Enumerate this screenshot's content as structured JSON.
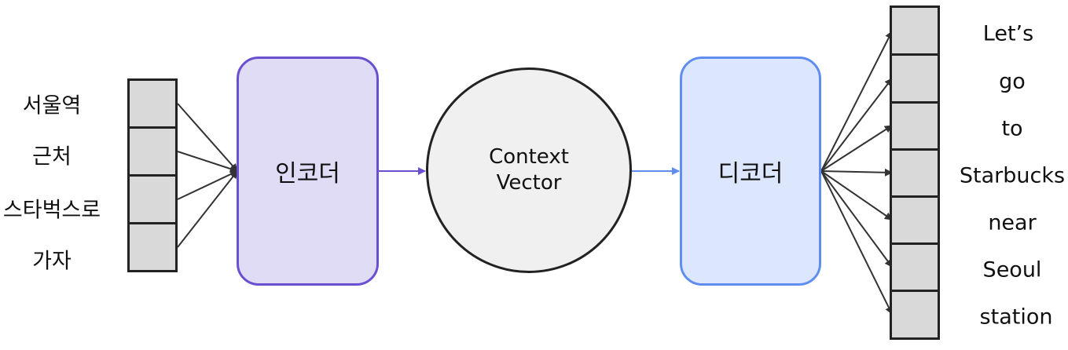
{
  "input_tokens": [
    "서울역",
    "근처",
    "스타벅스로",
    "가자"
  ],
  "output_tokens": [
    "Let’s",
    "go",
    "to",
    "Starbucks",
    "near",
    "Seoul",
    "station"
  ],
  "encoder": {
    "label": "인코더",
    "fill": "#e0dcf5",
    "border": "#6a4fd0"
  },
  "context_vector": {
    "line1": "Context",
    "line2": "Vector"
  },
  "decoder": {
    "label": "디코더",
    "fill": "#dce6fc",
    "border": "#5f8ef0"
  },
  "colors": {
    "cell_fill": "#d9d9d9",
    "line": "#333333",
    "encoder_arrow": "#6a4fd0",
    "decoder_arrow": "#5f8ef0"
  }
}
